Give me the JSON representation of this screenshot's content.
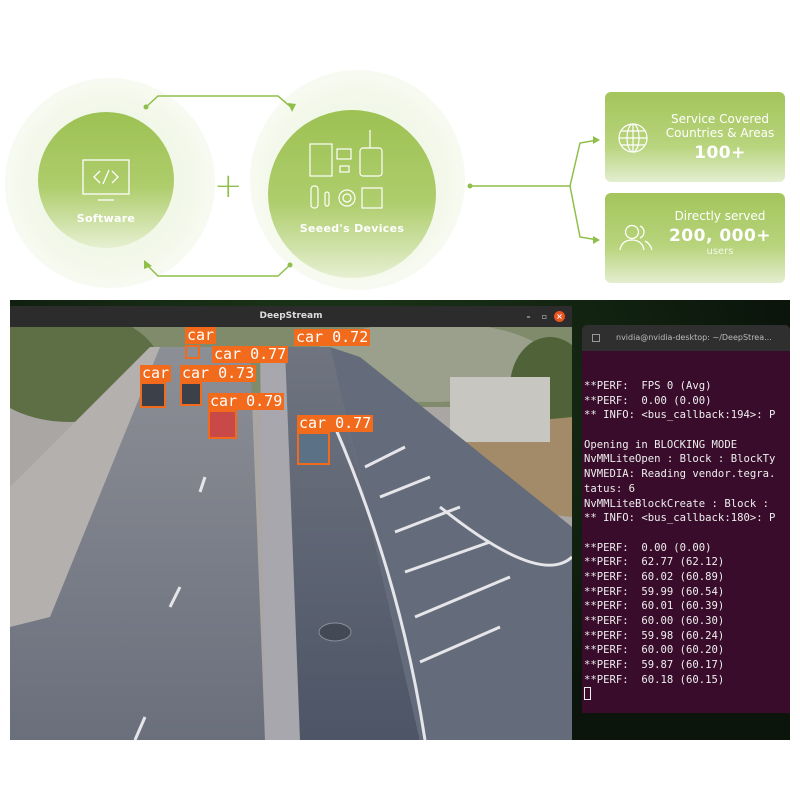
{
  "diagram": {
    "software_label": "Software",
    "software_icon": "code-monitor-icon",
    "plus": "+",
    "devices_label": "Seeed's Devices",
    "devices_icon": "devices-icon",
    "cards": [
      {
        "icon": "globe-icon",
        "line1": "Service Covered",
        "line2": "Countries & Areas",
        "value": "100+"
      },
      {
        "icon": "users-icon",
        "line1": "Directly served",
        "value": "200, 000+",
        "line2": "users"
      }
    ],
    "colors": {
      "green": "#9dc153",
      "line": "#8fbf4a"
    }
  },
  "deepstream_window": {
    "title": "DeepStream",
    "minimize": "–",
    "maximize": "▫",
    "close": "×",
    "detections": [
      "car",
      "car 0.72",
      "car 0.77",
      "car",
      "car 0.73",
      "car 0.79",
      "car 0.77"
    ],
    "box_color": "#f26a1c"
  },
  "terminal": {
    "title": "nvidia@nvidia-desktop: ~/DeepStrea...",
    "lines": [
      "**PERF:  FPS 0 (Avg)",
      "**PERF:  0.00 (0.00)",
      "** INFO: <bus_callback:194>: P",
      "",
      "Opening in BLOCKING MODE",
      "NvMMLiteOpen : Block : BlockTy",
      "NVMEDIA: Reading vendor.tegra.",
      "tatus: 6",
      "NvMMLiteBlockCreate : Block : ",
      "** INFO: <bus_callback:180>: P",
      "",
      "**PERF:  0.00 (0.00)",
      "**PERF:  62.77 (62.12)",
      "**PERF:  60.02 (60.89)",
      "**PERF:  59.99 (60.54)",
      "**PERF:  60.01 (60.39)",
      "**PERF:  60.00 (60.30)",
      "**PERF:  59.98 (60.24)",
      "**PERF:  60.00 (60.20)",
      "**PERF:  59.87 (60.17)",
      "**PERF:  60.18 (60.15)"
    ]
  }
}
